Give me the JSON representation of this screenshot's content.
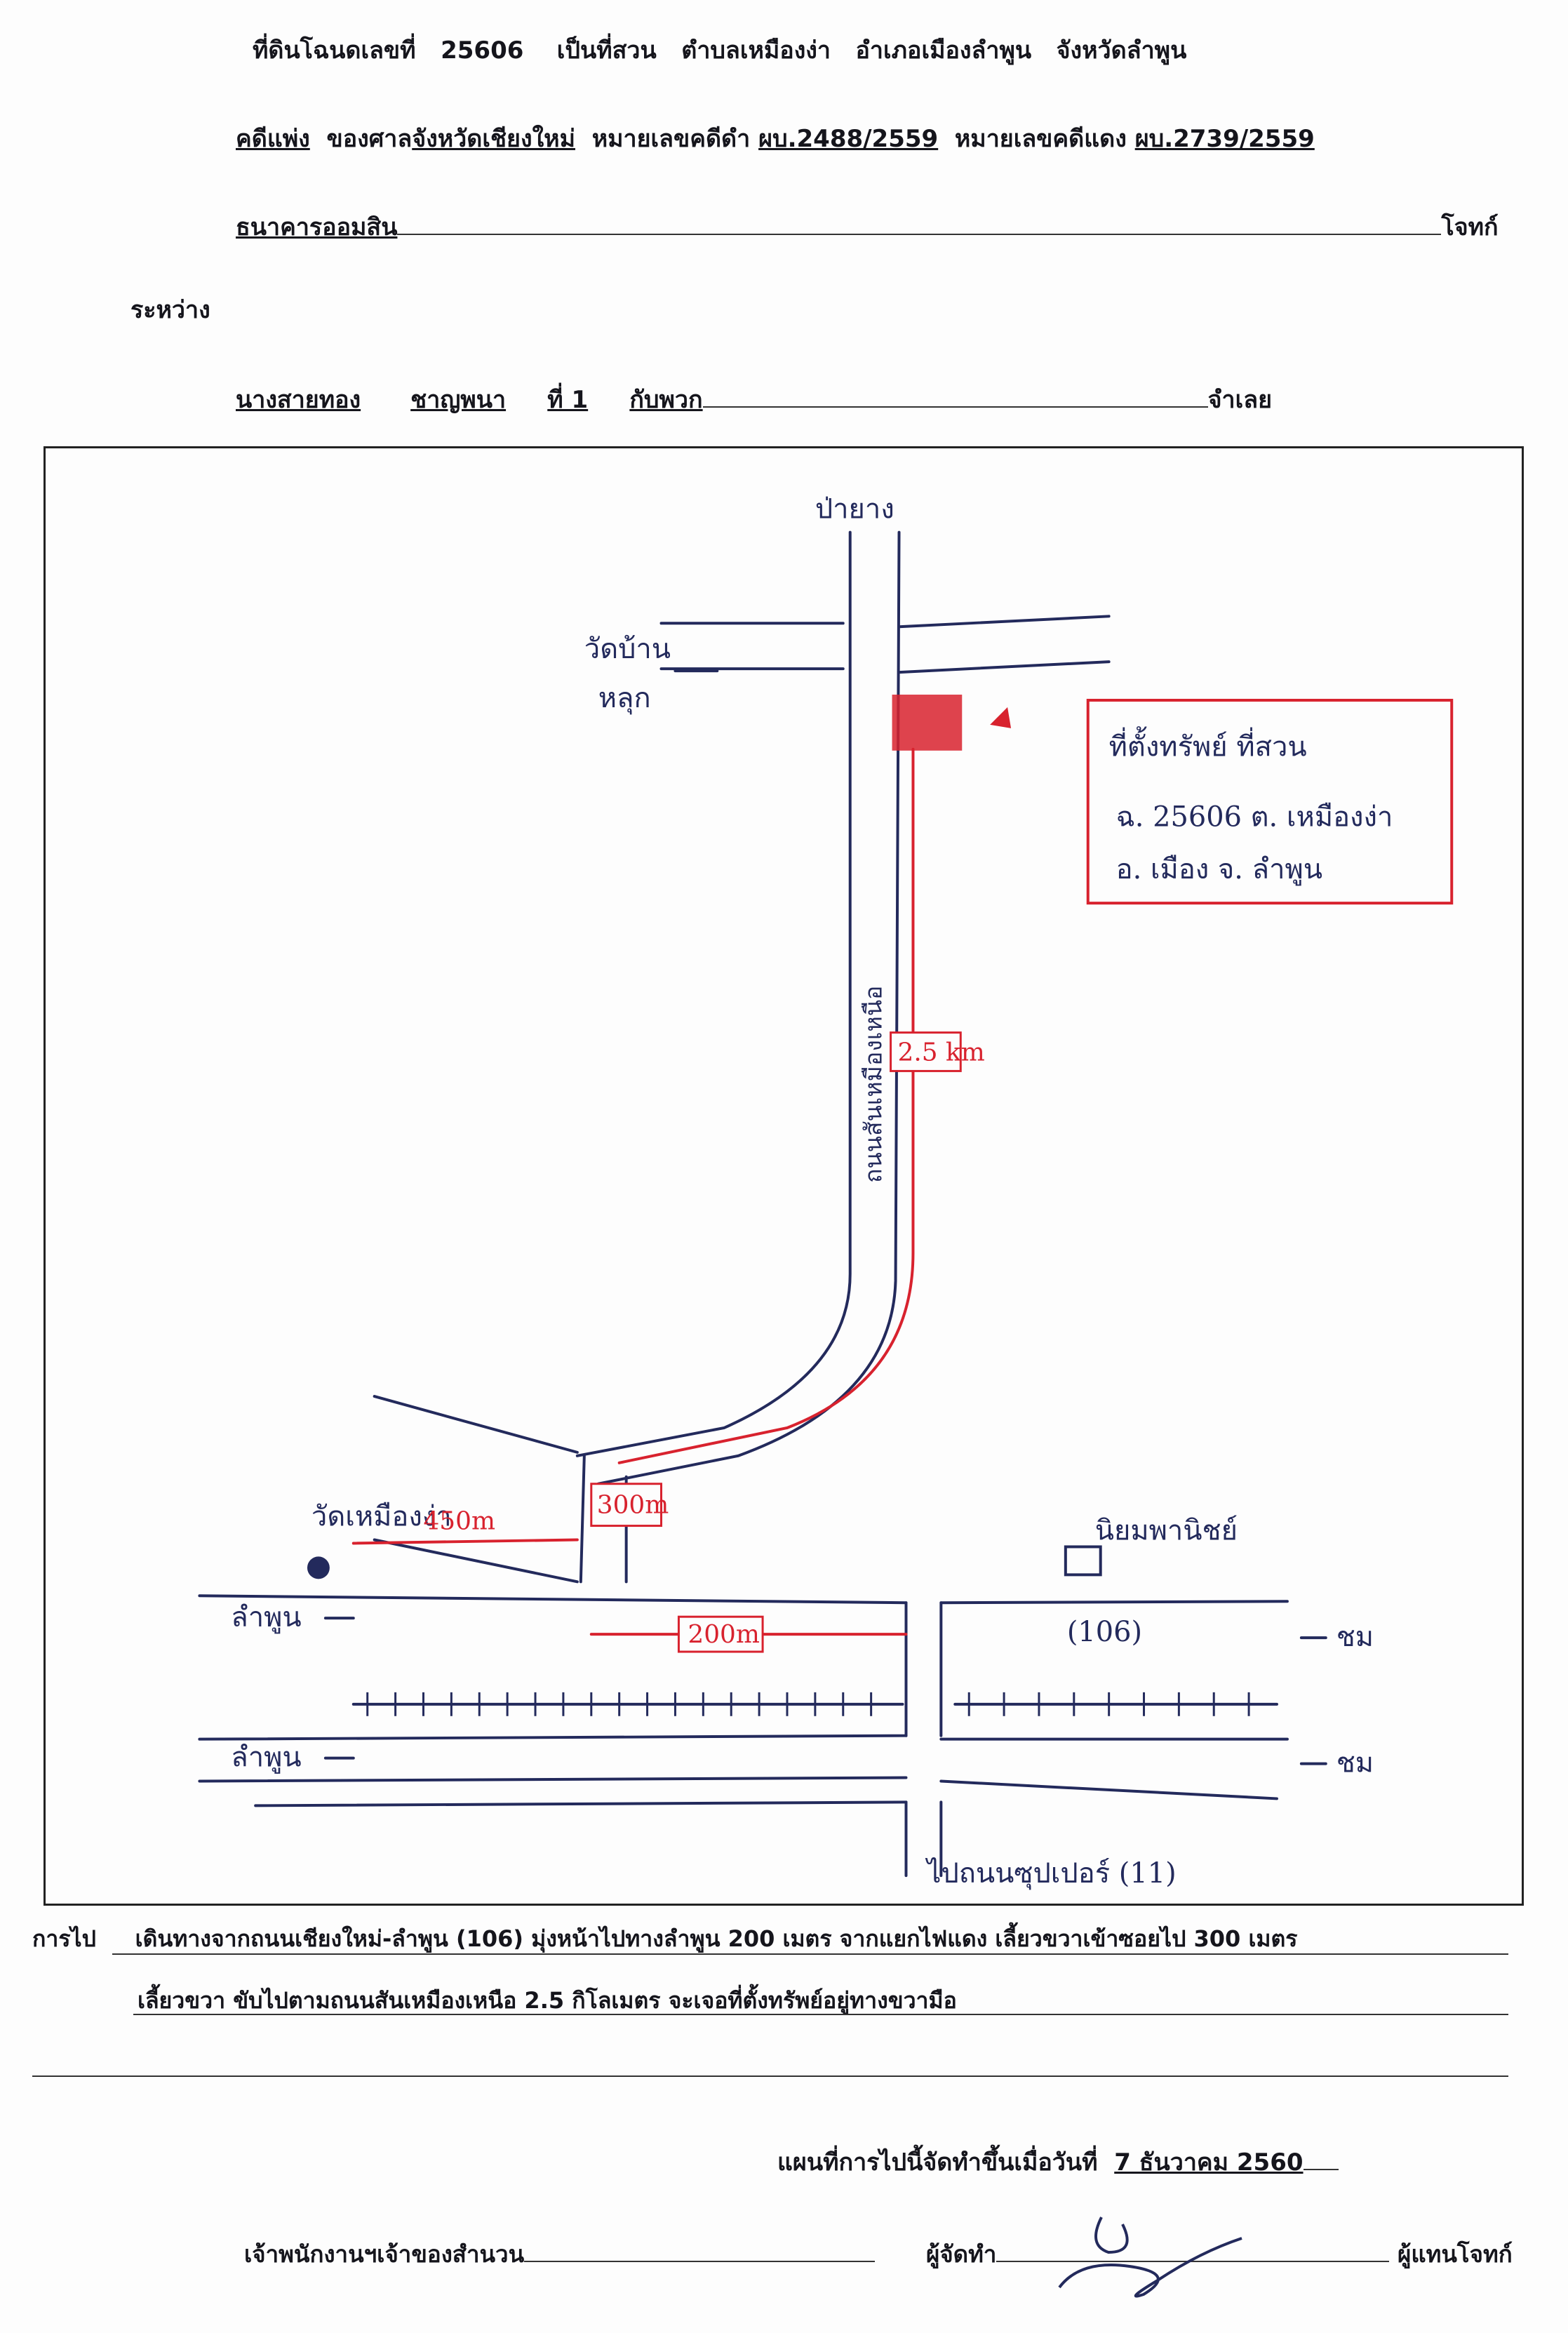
{
  "header": {
    "deed_label": "ที่ดินโฉนดเลขที่",
    "deed_no": "25606",
    "usage": "เป็นที่สวน",
    "subdistrict": "ตำบลเหมืองง่า",
    "district": "อำเภอเมืองลำพูน",
    "province": "จังหวัดลำพูน"
  },
  "case": {
    "type": "คดีแพ่ง",
    "court_prefix": "ของศาล",
    "court": "จังหวัดเชียงใหม่",
    "black_label": "หมายเลขคดีดำ",
    "black_no": "ผบ.2488/2559",
    "red_label": "หมายเลขคดีแดง",
    "red_no": "ผบ.2739/2559"
  },
  "parties": {
    "plaintiff": "ธนาคารออมสิน",
    "plaintiff_role": "โจทก์",
    "between": "ระหว่าง",
    "defendant_name": "นางสายทอง",
    "defendant_surname": "ชาญพนา",
    "defendant_no": "ที่ 1",
    "defendant_suffix": "กับพวก",
    "defendant_role": "จำเลย"
  },
  "map": {
    "north_label": "ป่ายาง",
    "temple_top": "วัดบ้าน",
    "temple_top2": "หลุก",
    "temple_bottom": "วัดเหมืองง่า",
    "road_name": "ถนนสันเหมืองเหนือ",
    "lamphun_1": "ลำพูน",
    "lamphun_2": "ลำพูน",
    "cm_1": "ชม",
    "cm_2": "ชม",
    "nayom_shop": "นิยมพานิชย์",
    "highway": "(106)",
    "supermarket": "ไปถนนซุปเปอร์ (11)",
    "dist_25km": "2.5 km",
    "dist_300m": "300m",
    "dist_450m": "450m",
    "dist_200m": "200m",
    "target_line1": "ที่ตั้งทรัพย์ ที่สวน",
    "target_line2": "ฉ. 25606 ต. เหมืองง่า",
    "target_line3": "อ. เมือง จ. ลำพูน",
    "colors": {
      "ink": "#232a5c",
      "red": "#d8222e"
    }
  },
  "directions": {
    "label": "การไป",
    "line1": "เดินทางจากถนนเชียงใหม่-ลำพูน (106) มุ่งหน้าไปทางลำพูน 200 เมตร จากแยกไฟแดง เลี้ยวขวาเข้าซอยไป 300 เมตร",
    "line2": "เลี้ยวขวา ขับไปตามถนนสันเหมืองเหนือ 2.5 กิโลเมตร จะเจอที่ตั้งทรัพย์อยู่ทางขวามือ"
  },
  "date": {
    "prefix": "แผนที่การไปนี้จัดทำขึ้นเมื่อวันที่",
    "value": "7 ธันวาคม 2560"
  },
  "signatures": {
    "officer": "เจ้าพนักงานฯเจ้าของสำนวน",
    "preparer": "ผู้จัดทำ",
    "rep": "ผู้แทนโจทก์"
  }
}
